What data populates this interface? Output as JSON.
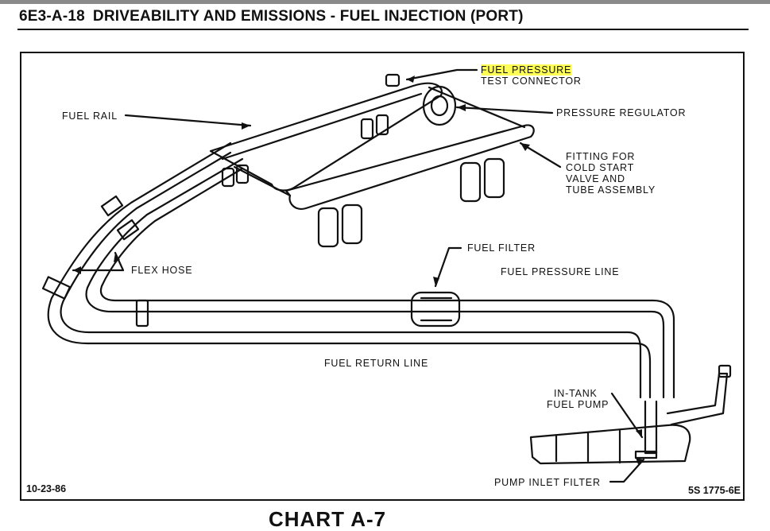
{
  "header": {
    "code": "6E3-A-18",
    "title": "DRIVEABILITY AND EMISSIONS - FUEL INJECTION (PORT)"
  },
  "labels": {
    "fuel_pressure_1": "FUEL PRESSURE",
    "fuel_pressure_2": "TEST CONNECTOR",
    "fuel_rail": "FUEL RAIL",
    "pressure_regulator": "PRESSURE REGULATOR",
    "fitting_1": "FITTING FOR",
    "fitting_2": "COLD START",
    "fitting_3": "VALVE AND",
    "fitting_4": "TUBE ASSEMBLY",
    "fuel_filter": "FUEL FILTER",
    "flex_hose": "FLEX HOSE",
    "fuel_pressure_line": "FUEL PRESSURE LINE",
    "fuel_return_line": "FUEL RETURN LINE",
    "in_tank_1": "IN-TANK",
    "in_tank_2": "FUEL PUMP",
    "pump_inlet_filter": "PUMP INLET FILTER"
  },
  "date": "10-23-86",
  "figure_ref": "5S 1775-6E",
  "footer_title": "CHART A-7"
}
